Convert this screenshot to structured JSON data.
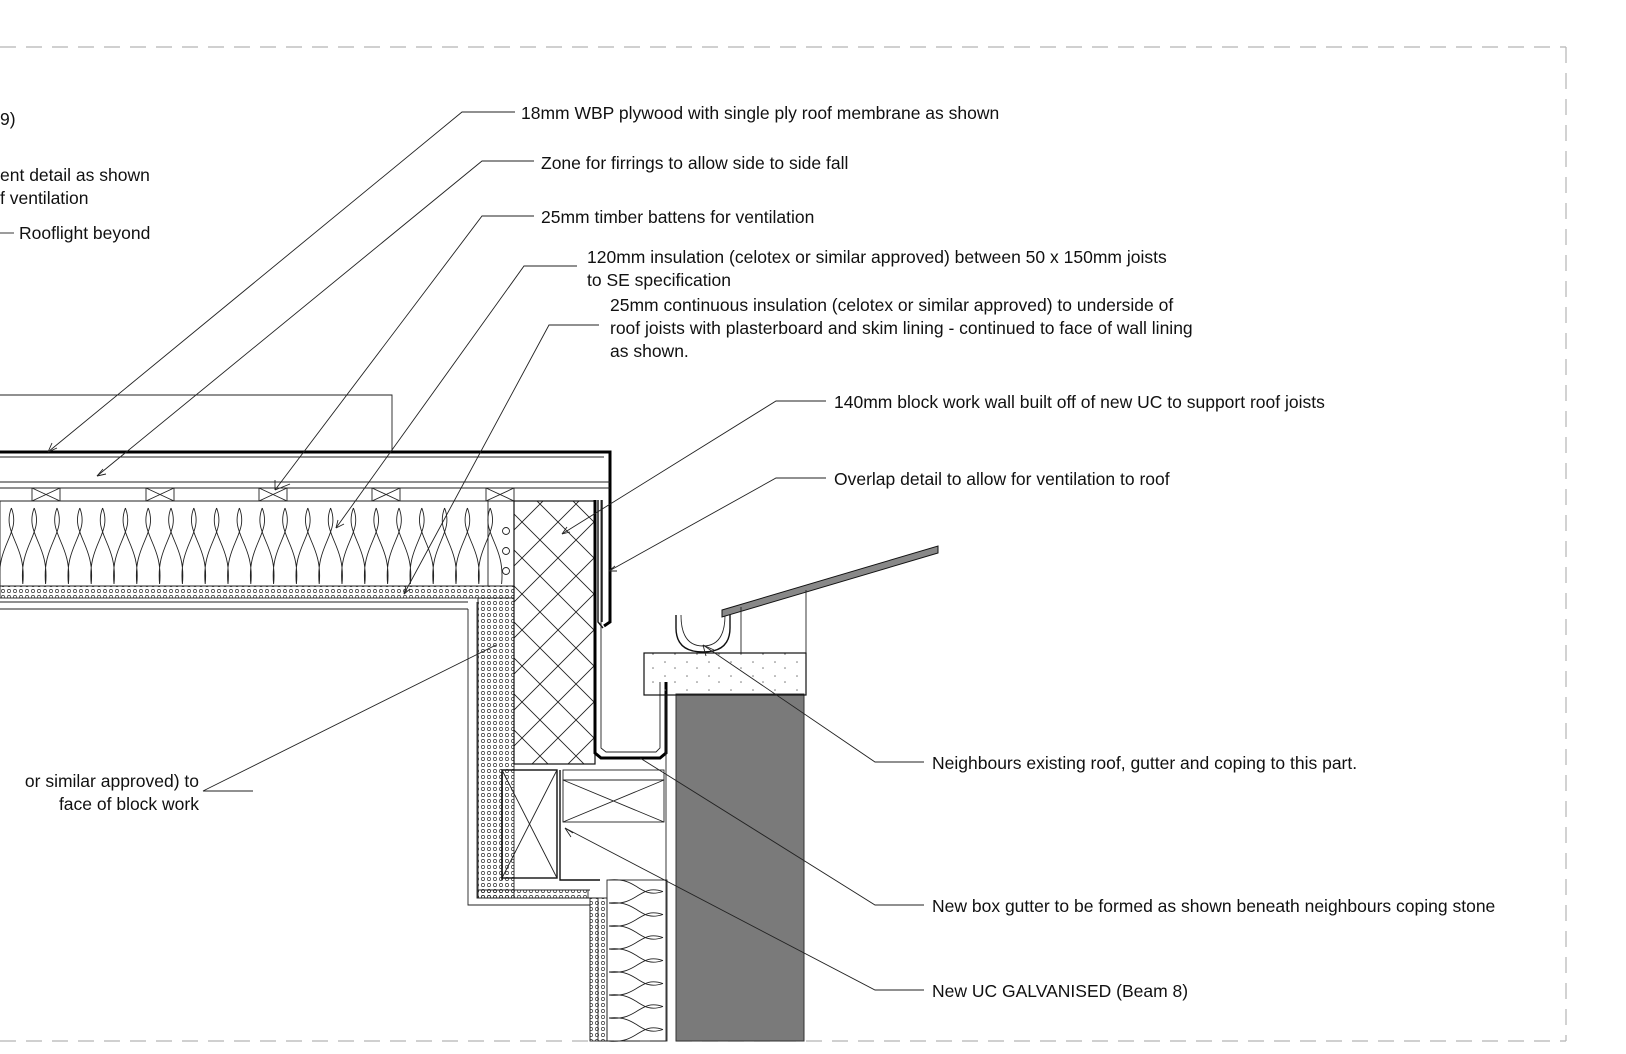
{
  "labels": {
    "partial_top": "9)",
    "partial_vent_1": "ent detail as shown",
    "partial_vent_2": "f ventilation",
    "rooflight": "Rooflight beyond",
    "plywood": "18mm WBP plywood with single ply roof membrane as shown",
    "firrings": "Zone for firrings to allow side to side fall",
    "battens": "25mm timber battens for ventilation",
    "insulation_1": "120mm insulation (celotex or similar approved) between 50 x 150mm joists",
    "insulation_2": "to SE specification",
    "continuous_1": "25mm continuous insulation (celotex or similar approved) to underside of",
    "continuous_2": "roof joists with plasterboard and skim lining - continued to face of wall lining",
    "continuous_3": "as shown.",
    "blockwork": "140mm block work wall built off of new UC to support roof joists",
    "overlap": "Overlap detail to allow for ventilation to roof",
    "neighbours": "Neighbours existing roof, gutter and coping to this part.",
    "box_gutter": "New box gutter to be formed as shown beneath neighbours coping stone",
    "uc_beam": "New UC GALVANISED (Beam 8)",
    "partial_wall_1": "or similar approved) to",
    "partial_wall_2": "face of block work"
  },
  "colors": {
    "line": "#111111",
    "masonry_fill": "#7a7a7a",
    "border_dash": "#b5b5b5"
  }
}
